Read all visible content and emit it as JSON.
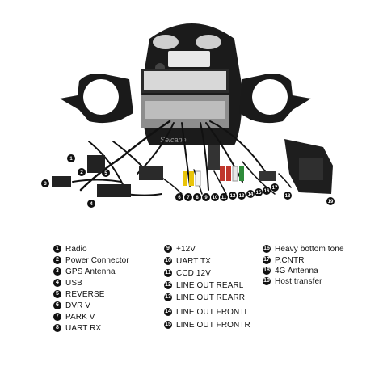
{
  "watermark": "Seicane",
  "callouts": [
    "1",
    "2",
    "3",
    "4",
    "5",
    "6",
    "7",
    "8",
    "9",
    "10",
    "11",
    "12",
    "13",
    "14",
    "15",
    "16",
    "17",
    "18",
    "19"
  ],
  "legend": {
    "col1": [
      {
        "num": "1",
        "label": "Radio"
      },
      {
        "num": "2",
        "label": "Power Connector"
      },
      {
        "num": "3",
        "label": "GPS Antenna"
      },
      {
        "num": "4",
        "label": "USB"
      },
      {
        "num": "5",
        "label": "REVERSE"
      },
      {
        "num": "6",
        "label": "DVR V"
      },
      {
        "num": "7",
        "label": "PARK V"
      },
      {
        "num": "8",
        "label": "UART RX"
      }
    ],
    "col2": [
      {
        "num": "9",
        "label": "+12V"
      },
      {
        "num": "10",
        "label": "UART TX"
      },
      {
        "num": "11",
        "label": "CCD 12V"
      },
      {
        "num": "12",
        "label": "LINE OUT REARL"
      },
      {
        "num": "13",
        "label": "LINE OUT REARR"
      },
      {
        "num": "14",
        "label": "LINE OUT FRONTL"
      },
      {
        "num": "15",
        "label": "LINE OUT FRONTR"
      }
    ],
    "col3": [
      {
        "num": "16",
        "label": "Heavy bottom tone"
      },
      {
        "num": "17",
        "label": "P.CNTR"
      },
      {
        "num": "18",
        "label": "4G Antenna"
      },
      {
        "num": "19",
        "label": "Host transfer"
      }
    ]
  }
}
